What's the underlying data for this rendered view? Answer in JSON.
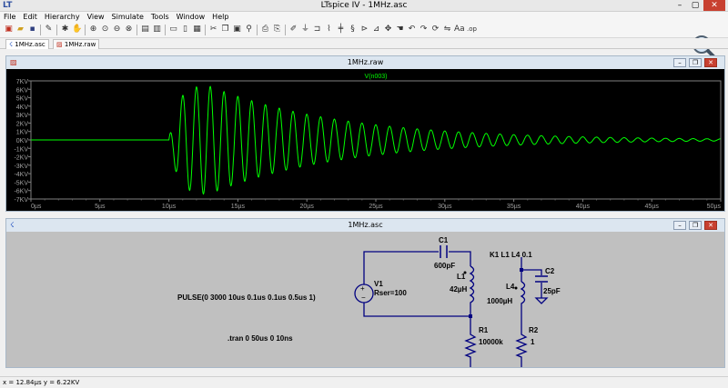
{
  "window": {
    "title": "LTspice IV - 1MHz.asc",
    "minimize": "–",
    "maximize": "▢",
    "close": "✕"
  },
  "menu": [
    "File",
    "Edit",
    "Hierarchy",
    "View",
    "Simulate",
    "Tools",
    "Window",
    "Help"
  ],
  "tabs": [
    {
      "label": "1MHz.asc",
      "active": true
    },
    {
      "label": "1MHz.raw",
      "active": false
    }
  ],
  "waveform": {
    "window_title": "1MHz.raw",
    "trace_label": "V(n003)",
    "trace_color": "#00ff00",
    "y_ticks": [
      "7KV",
      "6KV",
      "5KV",
      "4KV",
      "3KV",
      "2KV",
      "1KV",
      "0KV",
      "-1KV",
      "-2KV",
      "-3KV",
      "-4KV",
      "-5KV",
      "-6KV",
      "-7KV"
    ],
    "x_ticks": [
      "0µs",
      "5µs",
      "10µs",
      "15µs",
      "20µs",
      "25µs",
      "30µs",
      "35µs",
      "40µs",
      "45µs",
      "50µs"
    ]
  },
  "chart_data": {
    "type": "line",
    "title": "V(n003)",
    "xlabel": "",
    "ylabel": "",
    "xlim": [
      0,
      50
    ],
    "ylim": [
      -7,
      7
    ],
    "x_unit": "µs",
    "y_unit": "KV",
    "grid": false,
    "series": [
      {
        "name": "V(n003)",
        "description_free": true,
        "start_us": 10,
        "frequency_mhz": 1,
        "peak_kv": 6.2,
        "peak_time_us": 12.84,
        "end_amplitude_kv": 0.3
      }
    ]
  },
  "schematic": {
    "window_title": "1MHz.asc",
    "directive_pulse": "PULSE(0 3000 10us 0.1us 0.1us 0.5us 1)",
    "directive_tran": ".tran 0 50us 0 10ns",
    "coupling": "K1 L1 L4 0.1",
    "components": {
      "V1": {
        "name": "V1",
        "value": "Rser=100"
      },
      "C1": {
        "name": "C1",
        "value": "600pF"
      },
      "L1": {
        "name": "L1",
        "value": "42µH"
      },
      "R1": {
        "name": "R1",
        "value": "10000k"
      },
      "L4": {
        "name": "L4",
        "value": "1000µH"
      },
      "C2": {
        "name": "C2",
        "value": "25pF"
      },
      "R2": {
        "name": "R2",
        "value": "1"
      }
    }
  },
  "status": {
    "cursor": "x = 12.84µs   y = 6.22KV"
  }
}
